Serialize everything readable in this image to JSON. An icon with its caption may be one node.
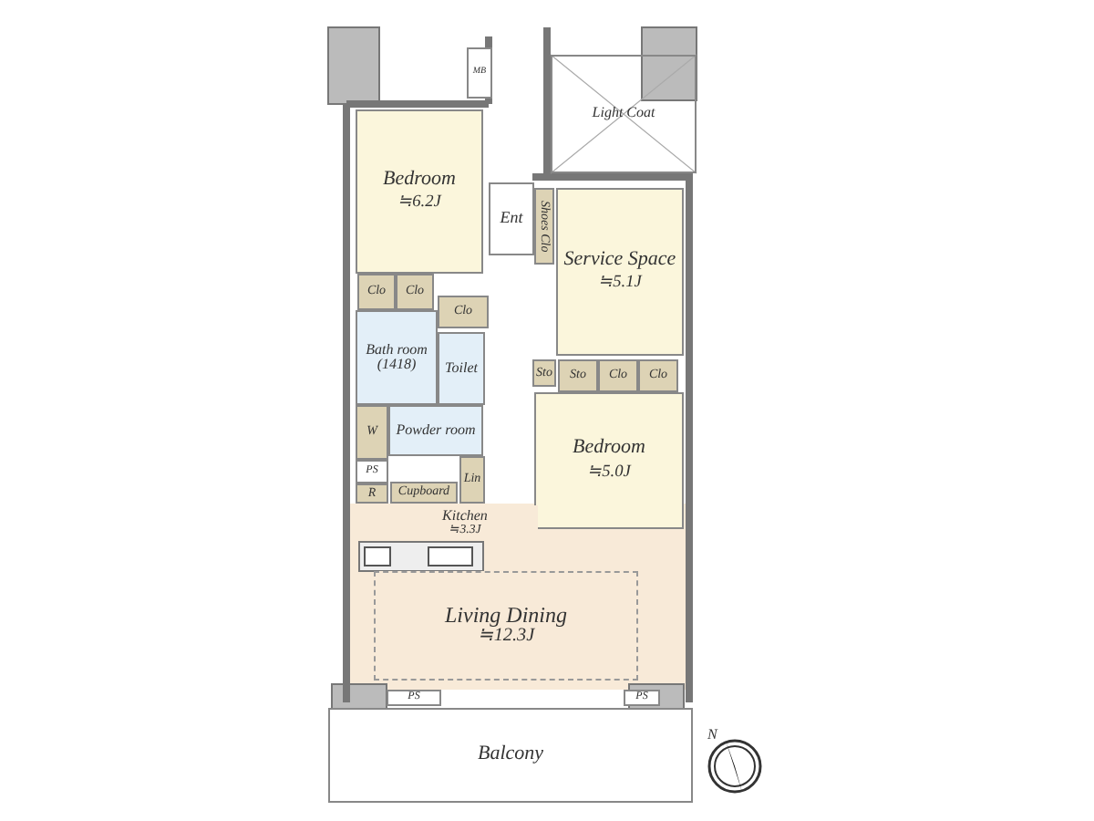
{
  "diagram": {
    "nodes": [
      {
        "text": [
          "Bedroom",
          "≒6.2J"
        ]
      },
      {
        "text": [
          "MB"
        ]
      },
      {
        "text": [
          "Light Coat"
        ]
      },
      {
        "text": [
          "Ent"
        ]
      },
      {
        "text": [
          "Shoes Clo"
        ]
      },
      {
        "text": [
          "Service Space",
          "≒5.1J"
        ]
      },
      {
        "text": [
          "Clo"
        ]
      },
      {
        "text": [
          "Clo"
        ]
      },
      {
        "text": [
          "Clo"
        ]
      },
      {
        "text": [
          "Bath room (1418)"
        ]
      },
      {
        "text": [
          "Toilet"
        ]
      },
      {
        "text": [
          "Sto"
        ]
      },
      {
        "text": [
          "Sto"
        ]
      },
      {
        "text": [
          "Clo"
        ]
      },
      {
        "text": [
          "Clo"
        ]
      },
      {
        "text": [
          "Bedroom",
          "≒5.0J"
        ]
      },
      {
        "text": [
          "W"
        ]
      },
      {
        "text": [
          "Powder room"
        ]
      },
      {
        "text": [
          "PS"
        ]
      },
      {
        "text": [
          "Lin"
        ]
      },
      {
        "text": [
          "R"
        ]
      },
      {
        "text": [
          "Cupboard"
        ]
      },
      {
        "text": [
          "Kitchen",
          "≒3.3J"
        ]
      },
      {
        "text": [
          "Living Dining",
          "≒12.3J"
        ]
      },
      {
        "text": [
          "PS"
        ]
      },
      {
        "text": [
          "PS"
        ]
      },
      {
        "text": [
          "Balcony"
        ]
      }
    ],
    "labels": [
      "N"
    ]
  }
}
